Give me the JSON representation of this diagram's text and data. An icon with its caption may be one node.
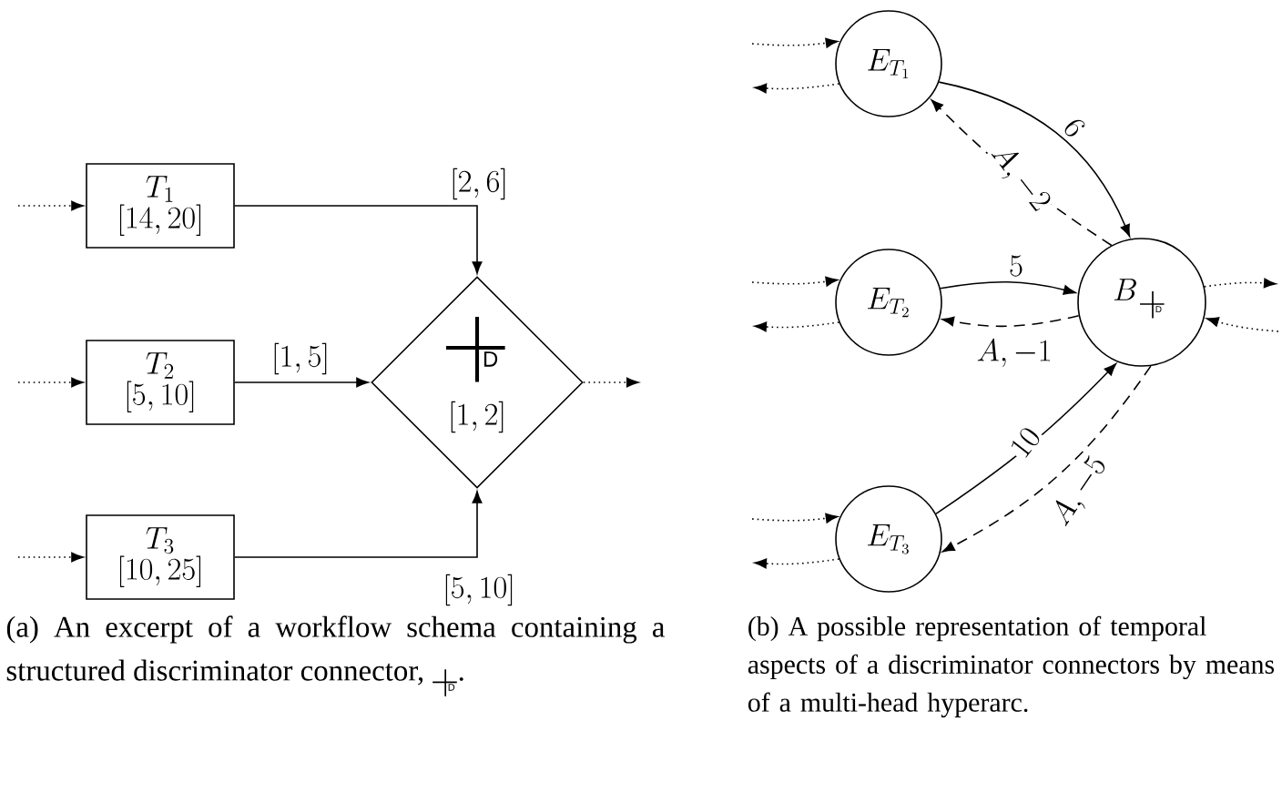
{
  "diagram": {
    "nodes": [
      {
        "text": [
          "T_1",
          "[14, 20]"
        ]
      },
      {
        "text": [
          "T_2",
          "[5, 10]"
        ]
      },
      {
        "text": [
          "T_3",
          "[10, 25]"
        ]
      },
      {
        "text": [
          "D",
          "[1, 2]"
        ]
      },
      {
        "text": [
          "E_{T_1}"
        ]
      },
      {
        "text": [
          "E_{T_2}"
        ]
      },
      {
        "text": [
          "E_{T_3}"
        ]
      },
      {
        "text": [
          "B",
          "D"
        ]
      }
    ],
    "edges": [
      {
        "from": null,
        "to": 0,
        "arrow": "to",
        "style": "dashed"
      },
      {
        "from": null,
        "to": 1,
        "arrow": "to",
        "style": "dashed"
      },
      {
        "from": null,
        "to": 2,
        "arrow": "to",
        "style": "dashed"
      },
      {
        "from": 0,
        "to": 3,
        "arrow": "to",
        "label": "[2, 6]"
      },
      {
        "from": 1,
        "to": 3,
        "arrow": "to",
        "label": "[1, 5]"
      },
      {
        "from": 2,
        "to": 3,
        "arrow": "to",
        "label": "[5, 10]"
      },
      {
        "from": 3,
        "to": null,
        "arrow": "to",
        "style": "dashed"
      },
      {
        "from": null,
        "to": 4,
        "arrow": "to",
        "style": "dashed"
      },
      {
        "from": 4,
        "to": null,
        "arrow": "to",
        "style": "dashed"
      },
      {
        "from": null,
        "to": 5,
        "arrow": "to",
        "style": "dashed"
      },
      {
        "from": 5,
        "to": null,
        "arrow": "to",
        "style": "dashed"
      },
      {
        "from": null,
        "to": 6,
        "arrow": "to",
        "style": "dashed"
      },
      {
        "from": 6,
        "to": null,
        "arrow": "to",
        "style": "dashed"
      },
      {
        "from": 4,
        "to": 7,
        "arrow": "to",
        "label": "6"
      },
      {
        "from": 7,
        "to": 4,
        "arrow": "to",
        "label": "A, -2",
        "style": "dashed"
      },
      {
        "from": 5,
        "to": 7,
        "arrow": "to",
        "label": "5"
      },
      {
        "from": 7,
        "to": 5,
        "arrow": "to",
        "label": "A, -1",
        "style": "dashed"
      },
      {
        "from": 6,
        "to": 7,
        "arrow": "to",
        "label": "10"
      },
      {
        "from": 7,
        "to": 6,
        "arrow": "to",
        "label": "A, -5",
        "style": "dashed"
      },
      {
        "from": 7,
        "to": null,
        "arrow": "to",
        "style": "dashed"
      },
      {
        "from": null,
        "to": 7,
        "arrow": "to",
        "style": "dashed"
      }
    ],
    "labels": [
      "(a) An excerpt of a workflow schema containing a structured discriminator connector,",
      "D",
      ".",
      "(b) A possible representation of temporal aspects of a discriminator connectors by means of a multi-head hyperarc."
    ]
  }
}
